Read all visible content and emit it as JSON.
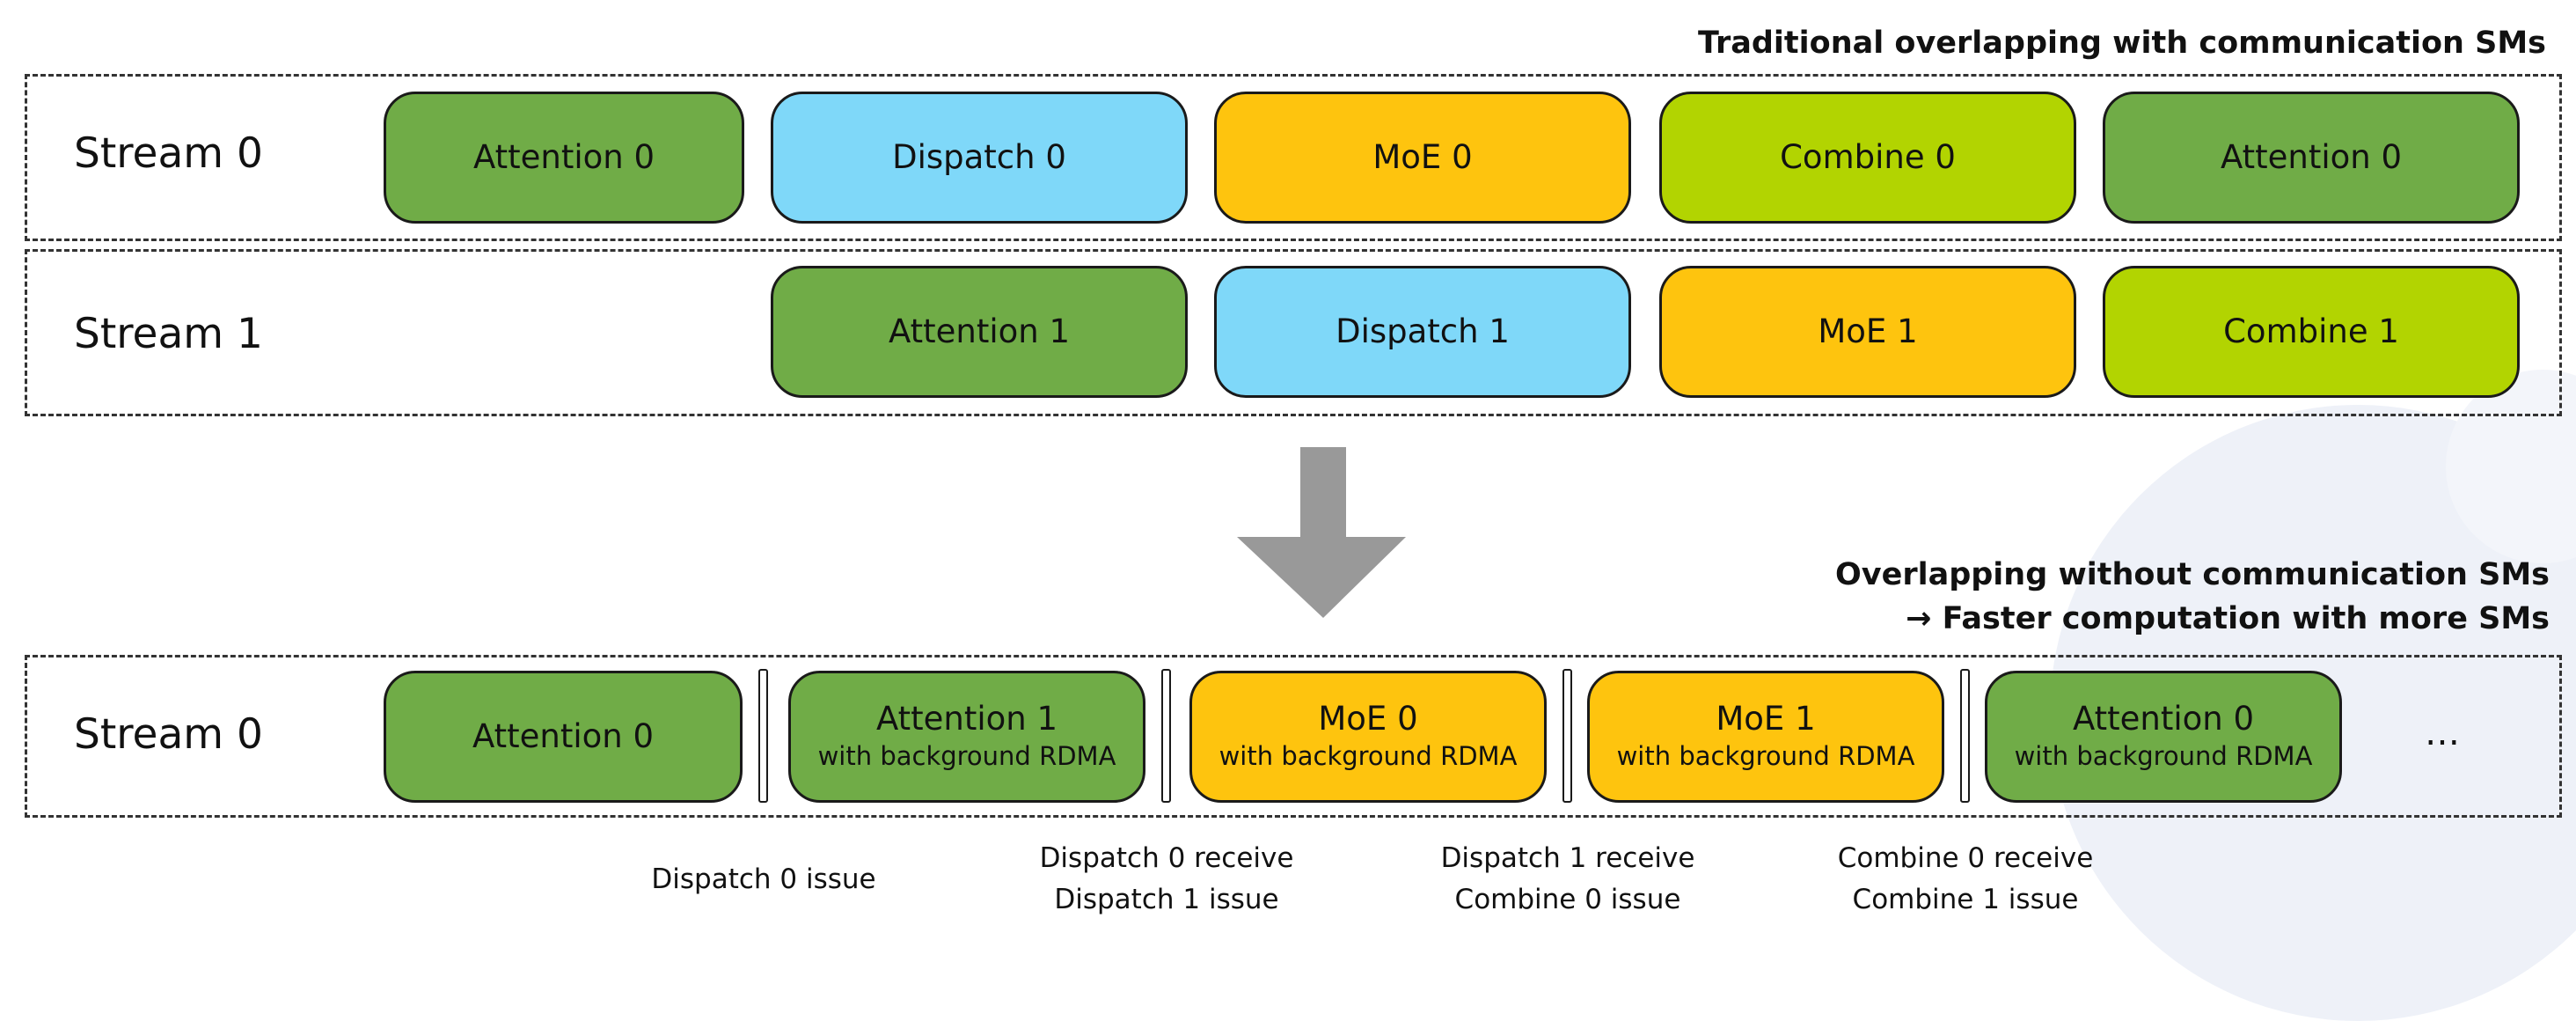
{
  "top": {
    "caption": "Traditional overlapping with communication SMs",
    "rows": [
      {
        "label": "Stream 0",
        "blocks": [
          {
            "name": "Attention 0",
            "color": "#70ac47"
          },
          {
            "name": "Dispatch 0",
            "color": "#7fd8f9"
          },
          {
            "name": "MoE 0",
            "color": "#fec40e"
          },
          {
            "name": "Combine 0",
            "color": "#b2d401"
          },
          {
            "name": "Attention 0",
            "color": "#70ac47"
          }
        ]
      },
      {
        "label": "Stream 1",
        "blocks": [
          {
            "name": "Attention 1",
            "color": "#70ac47"
          },
          {
            "name": "Dispatch 1",
            "color": "#7fd8f9"
          },
          {
            "name": "MoE 1",
            "color": "#fec40e"
          },
          {
            "name": "Combine 1",
            "color": "#b2d401"
          }
        ]
      }
    ]
  },
  "bottom": {
    "caption_line1": "Overlapping without communication SMs",
    "caption_line2": "→ Faster computation with more SMs",
    "row": {
      "label": "Stream 0",
      "blocks": [
        {
          "name": "Attention 0",
          "sub": ""
        },
        {
          "name": "Attention 1",
          "sub": "with background RDMA"
        },
        {
          "name": "MoE 0",
          "sub": "with background RDMA"
        },
        {
          "name": "MoE 1",
          "sub": "with background RDMA"
        },
        {
          "name": "Attention 0",
          "sub": "with background RDMA"
        }
      ],
      "ellipsis": "…"
    },
    "events": [
      {
        "line1": "Dispatch 0 issue",
        "line2": ""
      },
      {
        "line1": "Dispatch 0 receive",
        "line2": "Dispatch 1 issue"
      },
      {
        "line1": "Dispatch 1 receive",
        "line2": "Combine 0 issue"
      },
      {
        "line1": "Combine 0 receive",
        "line2": "Combine 1 issue"
      }
    ]
  },
  "colors": {
    "attention": "#70ac47",
    "dispatch": "#7fd8f9",
    "moe": "#fec40e",
    "combine": "#b2d401",
    "arrow": "#999999"
  }
}
